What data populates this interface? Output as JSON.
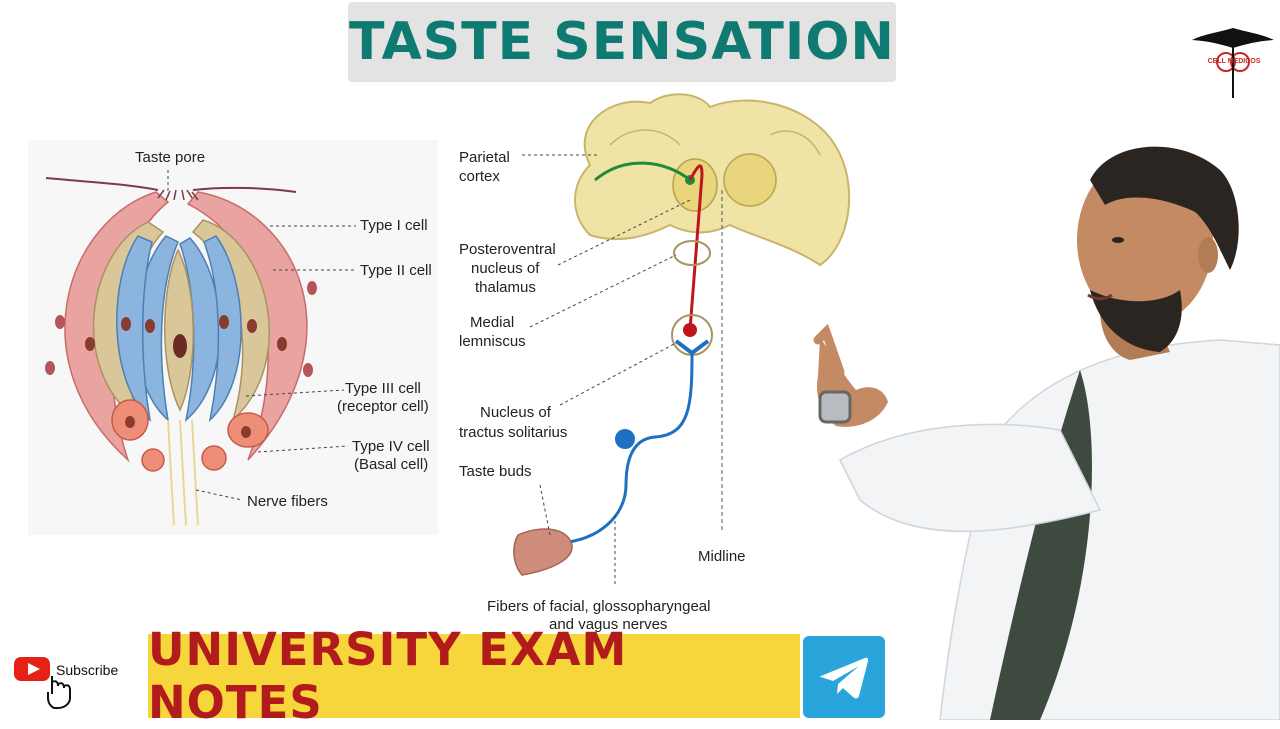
{
  "title": "TASTE SENSATION",
  "banner": "UNIVERSITY EXAM NOTES",
  "subscribe_label": "Subscribe",
  "logo_text": "CELL MEDICOS",
  "taste_bud_labels": {
    "taste_pore": "Taste pore",
    "type1": "Type I cell",
    "type2": "Type II cell",
    "type3_line1": "Type III cell",
    "type3_line2": "(receptor cell)",
    "type4_line1": "Type IV cell",
    "type4_line2": "(Basal cell)",
    "nerve_fibers": "Nerve fibers"
  },
  "pathway_labels": {
    "parietal_line1": "Parietal",
    "parietal_line2": "cortex",
    "thalamus_line1": "Posteroventral",
    "thalamus_line2": "nucleus of",
    "thalamus_line3": "thalamus",
    "lemniscus_line1": "Medial",
    "lemniscus_line2": "lemniscus",
    "nts_line1": "Nucleus of",
    "nts_line2": "tractus solitarius",
    "taste_buds": "Taste buds",
    "midline": "Midline",
    "fibers_line1": "Fibers of facial, glossopharyngeal",
    "fibers_line2": "and vagus nerves"
  },
  "colors": {
    "title": "#0f7a72",
    "banner_bg": "#f6d63a",
    "banner_text": "#b21b1b",
    "telegram": "#2aa5dc",
    "pathway_red": "#c0151c",
    "pathway_blue": "#1f6fc2",
    "pathway_green": "#1e8a3c"
  }
}
